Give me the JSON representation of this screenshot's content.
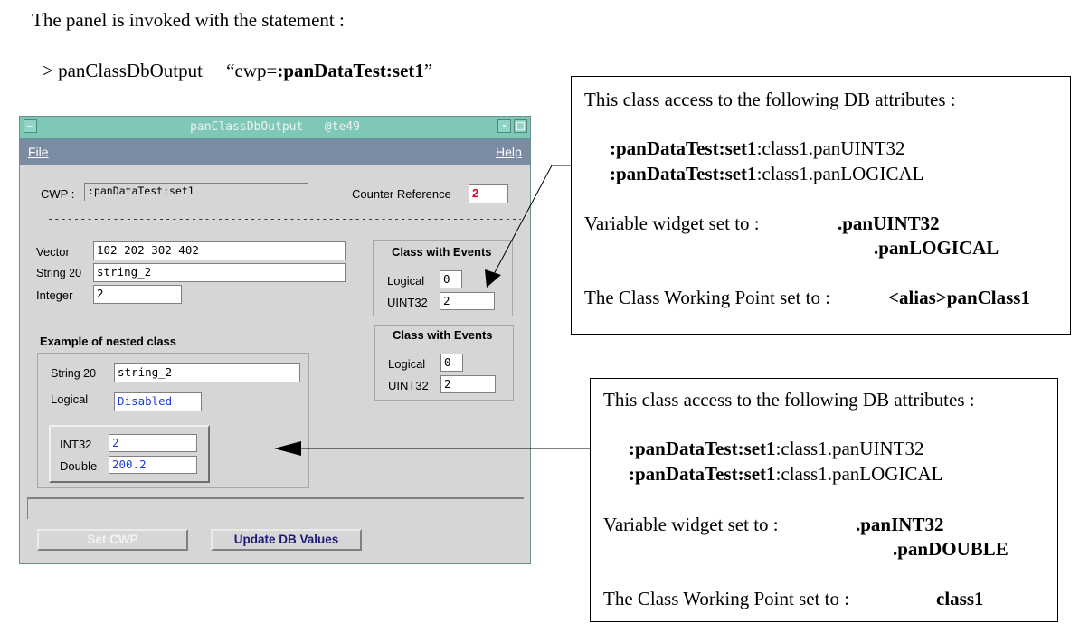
{
  "intro": {
    "line1": "The panel is invoked with the statement :",
    "cmd_prefix": ">  panClassDbOutput",
    "cmd_open_quote": "“cwp=",
    "cmd_bold": ":panDataTest:set1",
    "cmd_close_quote": "”"
  },
  "window": {
    "title": "panClassDbOutput - @te49",
    "menu_file": "File",
    "menu_help": "Help",
    "cwp_label": "CWP :",
    "cwp_value": ":panDataTest:set1",
    "counter_label": "Counter Reference",
    "counter_value": "2",
    "separator": "--------------------------------------------------------------------------",
    "vector_label": "Vector",
    "vector_value": "102 202 302 402",
    "string20_label": "String 20",
    "string20_value": "string_2",
    "integer_label": "Integer",
    "integer_value": "2",
    "events1": {
      "title": "Class with Events",
      "logical_label": "Logical",
      "logical_value": "0",
      "uint_label": "UINT32",
      "uint_value": "2"
    },
    "events2": {
      "title": "Class with Events",
      "logical_label": "Logical",
      "logical_value": "0",
      "uint_label": "UINT32",
      "uint_value": "2"
    },
    "nested": {
      "title": "Example of nested class",
      "string20_label": "String 20",
      "string20_value": "string_2",
      "logical_label": "Logical",
      "logical_value": "Disabled",
      "int32_label": "INT32",
      "int32_value": "2",
      "double_label": "Double",
      "double_value": "200.2"
    },
    "set_cwp_button": "Set CWP",
    "update_button": "Update DB Values"
  },
  "box1": {
    "heading": "This class access to the following DB attributes :",
    "attr1_bold": ":panDataTest:set1",
    "attr1_rest": ":class1.panUINT32",
    "attr2_bold": ":panDataTest:set1",
    "attr2_rest": ":class1.panLOGICAL",
    "widget_label": "Variable widget set to :",
    "widget_value1": ".panUINT32",
    "widget_value2": ".panLOGICAL",
    "cwp_label": "The  Class Working Point set to :",
    "cwp_value": "<alias>panClass1"
  },
  "box2": {
    "heading": "This class access to the following DB attributes :",
    "attr1_bold": ":panDataTest:set1",
    "attr1_rest": ":class1.panUINT32",
    "attr2_bold": ":panDataTest:set1",
    "attr2_rest": ":class1.panLOGICAL",
    "widget_label": "Variable widget set to :",
    "widget_value1": ".panINT32",
    "widget_value2": ".panDOUBLE",
    "cwp_label": "The  Class Working Point set to :",
    "cwp_value": "class1"
  },
  "colors": {
    "titlebar": "#7fc8b8",
    "menubar": "#7a8ba2",
    "panel_bg": "#d6d6d6",
    "value_blue": "#1e3fd8",
    "counter_red": "#e0001e",
    "update_text": "#1a1a78"
  }
}
